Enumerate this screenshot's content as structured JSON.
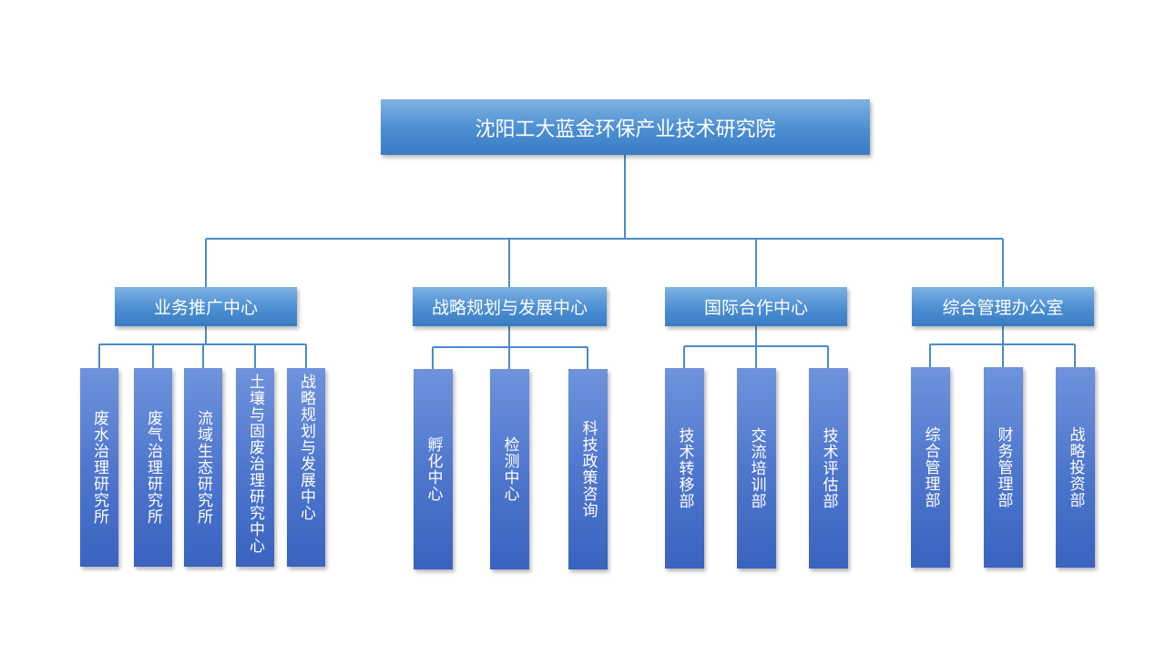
{
  "root": {
    "label": "沈阳工大蓝金环保产业技术研究院"
  },
  "branches": [
    {
      "label": "业务推广中心",
      "units": [
        "废水治理研究所",
        "废气治理研究所",
        "流域生态研究所",
        "土壤与固废治理研究中心",
        "战略规划与发展中心"
      ]
    },
    {
      "label": "战略规划与发展中心",
      "units": [
        "孵化中心",
        "检测中心",
        "科技政策咨询"
      ]
    },
    {
      "label": "国际合作中心",
      "units": [
        "技术转移部",
        "交流培训部",
        "技术评估部"
      ]
    },
    {
      "label": "综合管理办公室",
      "units": [
        "综合管理部",
        "财务管理部",
        "战略投资部"
      ]
    }
  ]
}
